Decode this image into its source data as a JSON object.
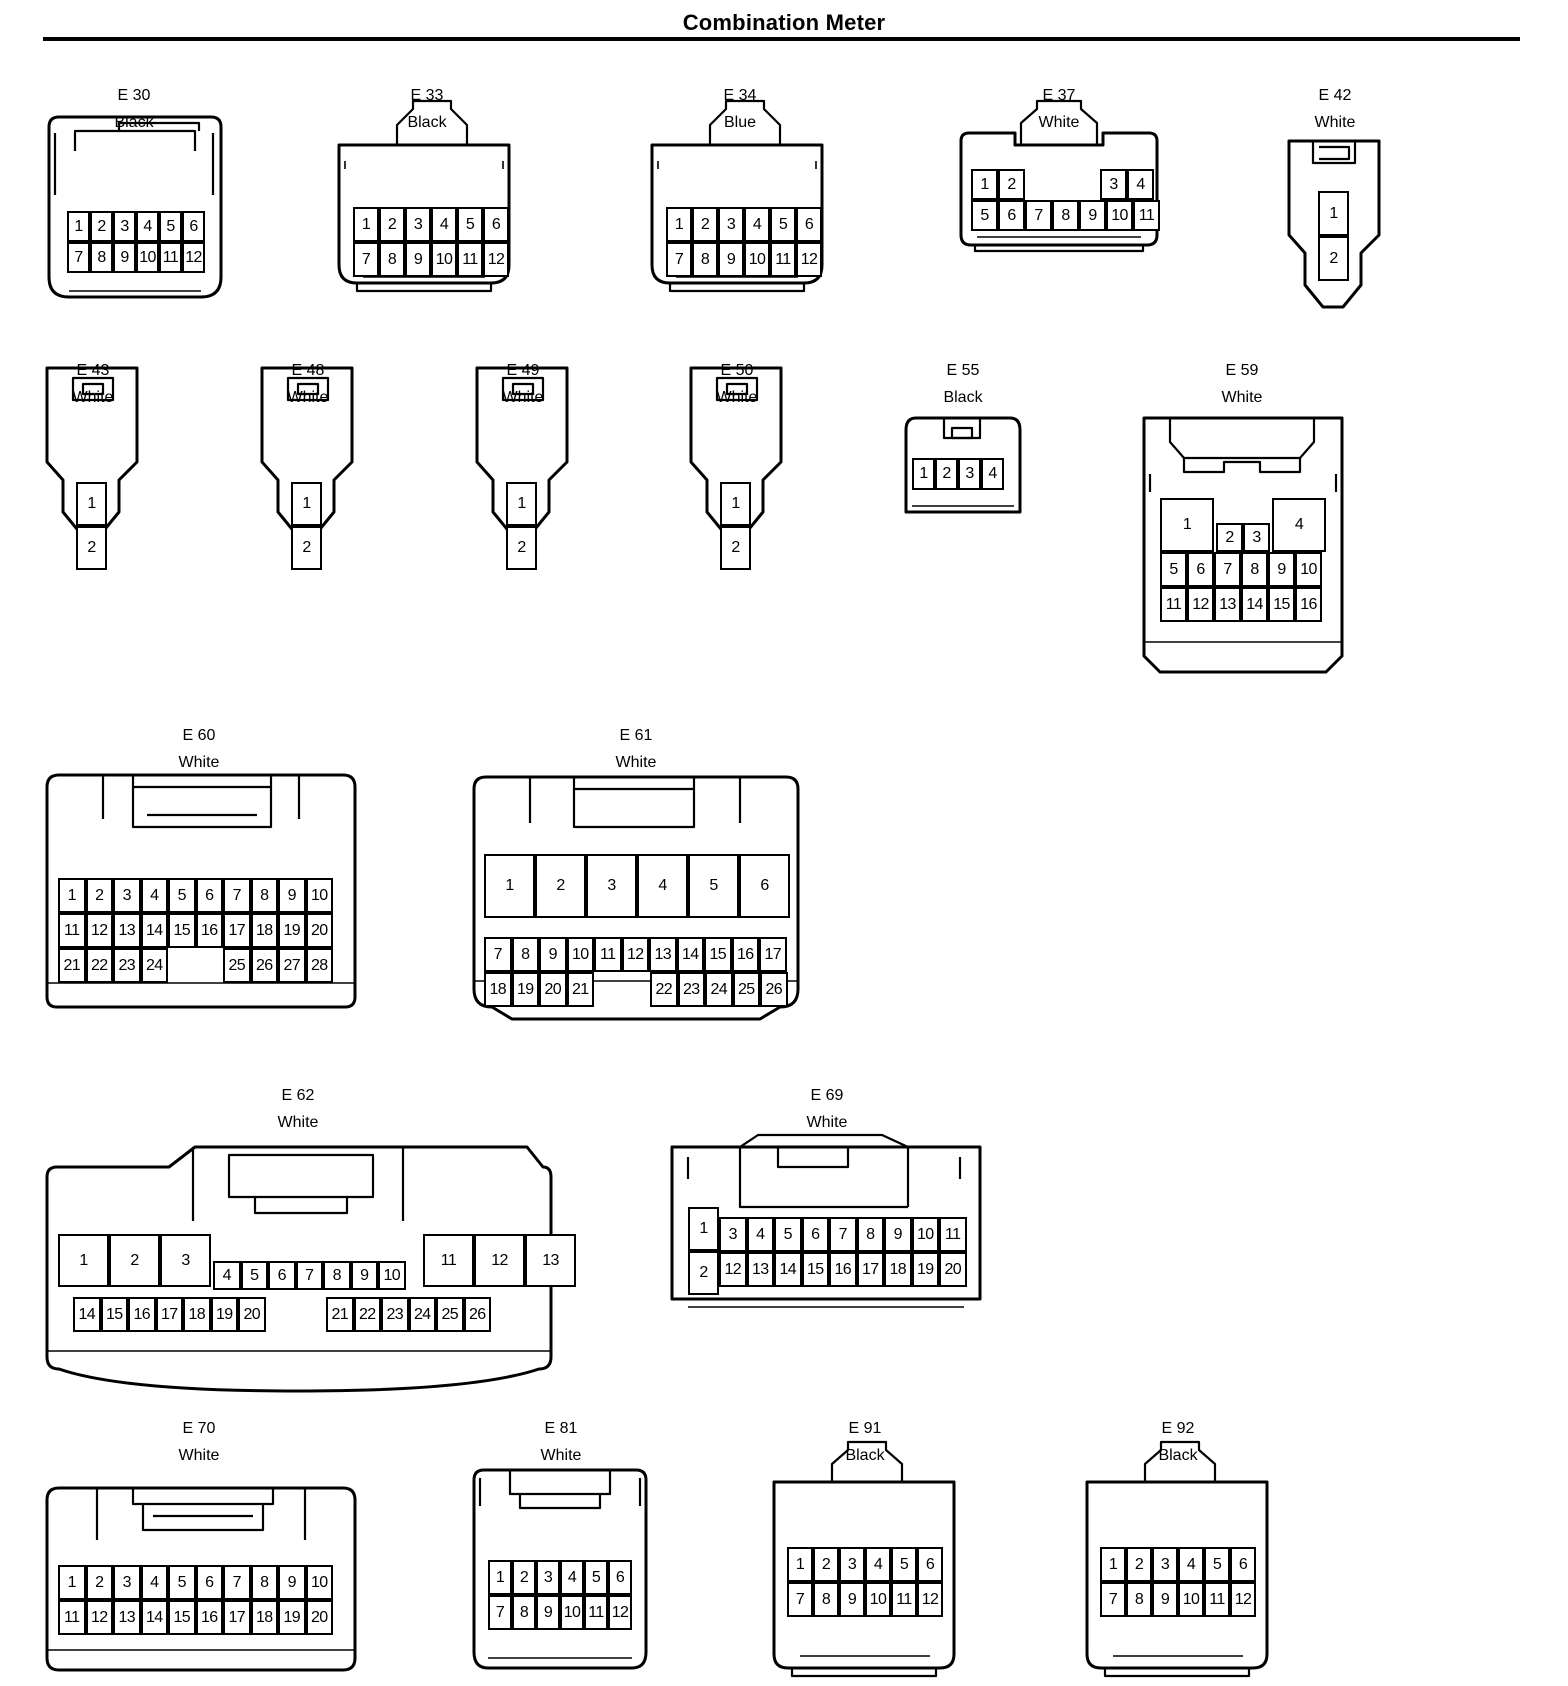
{
  "title": "Combination Meter",
  "connectors": [
    {
      "id": "E 30",
      "color": "Black",
      "pins": [
        "1",
        "2",
        "3",
        "4",
        "5",
        "6",
        "7",
        "8",
        "9",
        "10",
        "11",
        "12"
      ]
    },
    {
      "id": "E 33",
      "color": "Black",
      "pins": [
        "1",
        "2",
        "3",
        "4",
        "5",
        "6",
        "7",
        "8",
        "9",
        "10",
        "11",
        "12"
      ]
    },
    {
      "id": "E 34",
      "color": "Blue",
      "pins": [
        "1",
        "2",
        "3",
        "4",
        "5",
        "6",
        "7",
        "8",
        "9",
        "10",
        "11",
        "12"
      ]
    },
    {
      "id": "E 37",
      "color": "White",
      "pins": [
        "1",
        "2",
        "3",
        "4",
        "5",
        "6",
        "7",
        "8",
        "9",
        "10",
        "11"
      ]
    },
    {
      "id": "E 42",
      "color": "White",
      "pins": [
        "1",
        "2"
      ]
    },
    {
      "id": "E 43",
      "color": "White",
      "pins": [
        "1",
        "2"
      ]
    },
    {
      "id": "E 48",
      "color": "White",
      "pins": [
        "1",
        "2"
      ]
    },
    {
      "id": "E 49",
      "color": "White",
      "pins": [
        "1",
        "2"
      ]
    },
    {
      "id": "E 50",
      "color": "White",
      "pins": [
        "1",
        "2"
      ]
    },
    {
      "id": "E 55",
      "color": "Black",
      "pins": [
        "1",
        "2",
        "3",
        "4"
      ]
    },
    {
      "id": "E 59",
      "color": "White",
      "pins": [
        "1",
        "2",
        "3",
        "4",
        "5",
        "6",
        "7",
        "8",
        "9",
        "10",
        "11",
        "12",
        "13",
        "14",
        "15",
        "16"
      ]
    },
    {
      "id": "E 60",
      "color": "White",
      "pins": [
        "1",
        "2",
        "3",
        "4",
        "5",
        "6",
        "7",
        "8",
        "9",
        "10",
        "11",
        "12",
        "13",
        "14",
        "15",
        "16",
        "17",
        "18",
        "19",
        "20",
        "21",
        "22",
        "23",
        "24",
        "25",
        "26",
        "27",
        "28"
      ]
    },
    {
      "id": "E 61",
      "color": "White",
      "pins": [
        "1",
        "2",
        "3",
        "4",
        "5",
        "6",
        "7",
        "8",
        "9",
        "10",
        "11",
        "12",
        "13",
        "14",
        "15",
        "16",
        "17",
        "18",
        "19",
        "20",
        "21",
        "22",
        "23",
        "24",
        "25",
        "26"
      ]
    },
    {
      "id": "E 62",
      "color": "White",
      "pins": [
        "1",
        "2",
        "3",
        "4",
        "5",
        "6",
        "7",
        "8",
        "9",
        "10",
        "11",
        "12",
        "13",
        "14",
        "15",
        "16",
        "17",
        "18",
        "19",
        "20",
        "21",
        "22",
        "23",
        "24",
        "25",
        "26"
      ]
    },
    {
      "id": "E 69",
      "color": "White",
      "pins": [
        "1",
        "2",
        "3",
        "4",
        "5",
        "6",
        "7",
        "8",
        "9",
        "10",
        "11",
        "12",
        "13",
        "14",
        "15",
        "16",
        "17",
        "18",
        "19",
        "20"
      ]
    },
    {
      "id": "E 70",
      "color": "White",
      "pins": [
        "1",
        "2",
        "3",
        "4",
        "5",
        "6",
        "7",
        "8",
        "9",
        "10",
        "11",
        "12",
        "13",
        "14",
        "15",
        "16",
        "17",
        "18",
        "19",
        "20"
      ]
    },
    {
      "id": "E 81",
      "color": "White",
      "pins": [
        "1",
        "2",
        "3",
        "4",
        "5",
        "6",
        "7",
        "8",
        "9",
        "10",
        "11",
        "12"
      ]
    },
    {
      "id": "E 91",
      "color": "Black",
      "pins": [
        "1",
        "2",
        "3",
        "4",
        "5",
        "6",
        "7",
        "8",
        "9",
        "10",
        "11",
        "12"
      ]
    },
    {
      "id": "E 92",
      "color": "Black",
      "pins": [
        "1",
        "2",
        "3",
        "4",
        "5",
        "6",
        "7",
        "8",
        "9",
        "10",
        "11",
        "12"
      ]
    }
  ]
}
